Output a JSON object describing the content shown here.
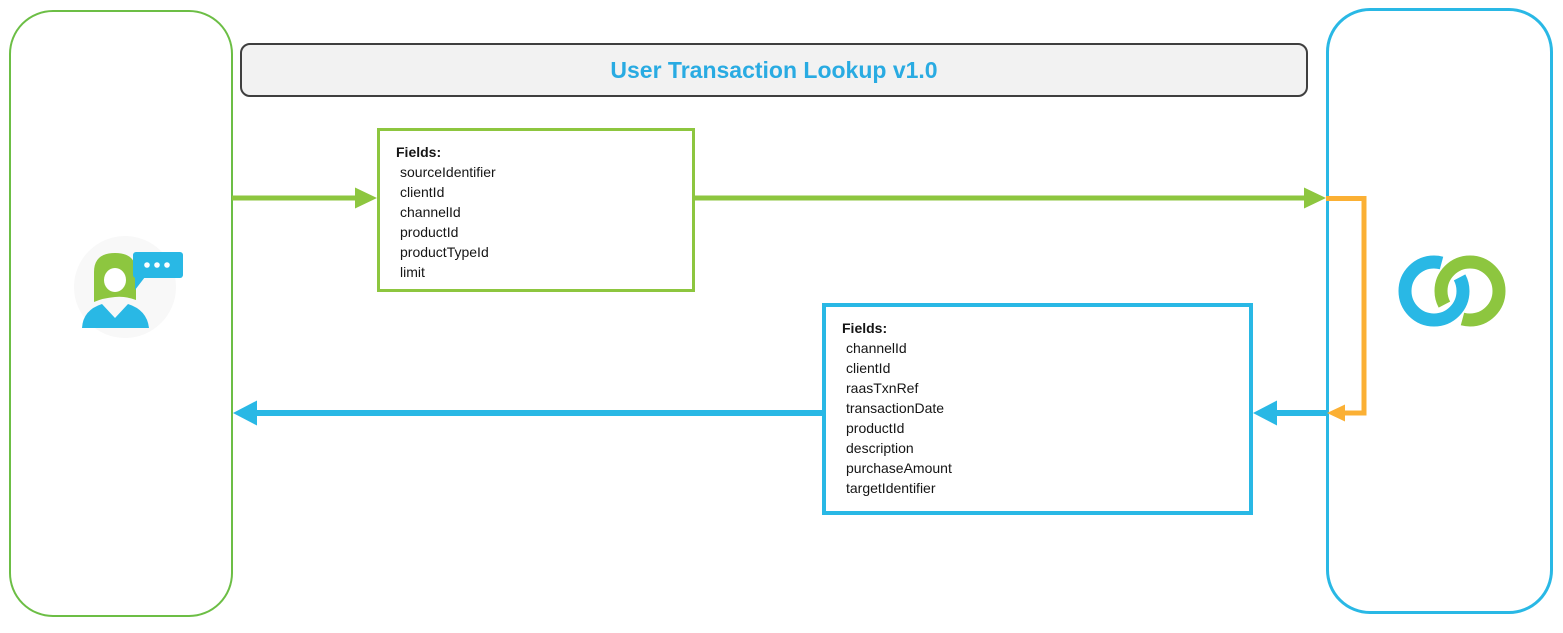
{
  "title": "User Transaction Lookup v1.0",
  "colors": {
    "green": "#8DC63F",
    "green_container": "#6CBE45",
    "blue": "#29B8E5",
    "orange": "#FBB034",
    "title_text": "#29ABE2",
    "title_bg": "#F2F2F2",
    "title_border": "#3F3F3F",
    "text": "#151515"
  },
  "request_box": {
    "header": "Fields:",
    "fields": [
      "sourceIdentifier",
      "clientId",
      "channelId",
      "productId",
      "productTypeId",
      "limit"
    ]
  },
  "response_box": {
    "header": "Fields:",
    "fields": [
      "channelId",
      "clientId",
      "raasTxnRef",
      "transactionDate",
      "productId",
      "description",
      "purchaseAmount",
      "targetIdentifier"
    ]
  },
  "icons": {
    "left": "user-with-speech-bubble-icon",
    "right": "interlocking-rings-logo"
  }
}
